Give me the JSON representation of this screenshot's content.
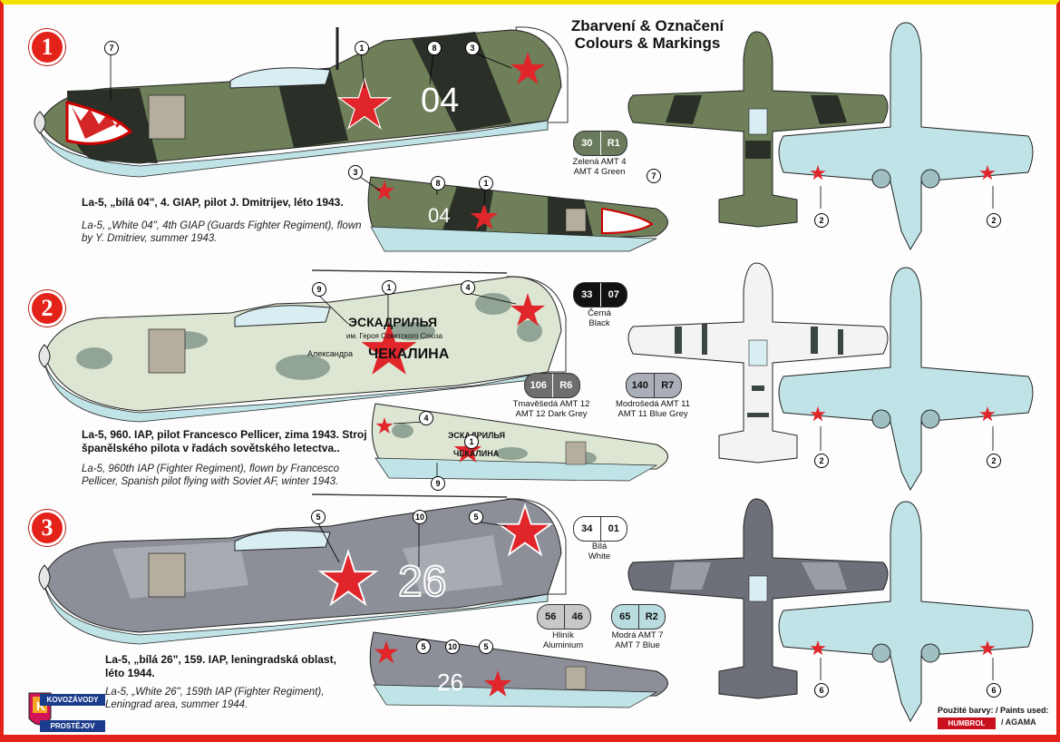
{
  "header": {
    "title_cz": "Zbarvení & Označení",
    "title_en": "Colours & Markings"
  },
  "schemes": [
    {
      "badge": "1",
      "caption_cz": "La-5, „bílá 04\", 4. GIAP, pilot J. Dmitrijev, léto 1943.",
      "caption_en_1": "La-5, „White 04\", 4th GIAP (Guards Fighter Regiment), flown",
      "caption_en_2": "by Y. Dmitriev, summer 1943.",
      "tail_number": "04"
    },
    {
      "badge": "2",
      "caption_cz_1": "La-5, 960. IAP, pilot Francesco Pellicer, zima 1943. Stroj",
      "caption_cz_2": "španělského pilota v řadách sovětského letectva..",
      "caption_en_1": "La-5, 960th IAP (Fighter Regiment), flown by Francesco",
      "caption_en_2": "Pellicer, Spanish pilot flying with Soviet AF, winter 1943.",
      "inscription_1": "ЭСКАДРИЛЬЯ",
      "inscription_2": "им. Героя Советского Союза",
      "inscription_3": "Александра",
      "inscription_4": "ЧЕКАЛИНА"
    },
    {
      "badge": "3",
      "caption_cz_1": "La-5, „bílá 26\", 159. IAP, leningradská oblast,",
      "caption_cz_2": "léto 1944.",
      "caption_en_1": "La-5, „White 26\", 159th  IAP (Fighter Regiment),",
      "caption_en_2": "Leningrad area, summer 1944.",
      "tail_number": "26"
    }
  ],
  "paints": [
    {
      "a": "30",
      "b": "R1",
      "bg": "#6a7a5c",
      "fg": "#fff",
      "l1": "Zelená AMT 4",
      "l2": "AMT 4 Green"
    },
    {
      "a": "33",
      "b": "07",
      "bg": "#111111",
      "fg": "#fff",
      "l1": "Černá",
      "l2": "Black"
    },
    {
      "a": "106",
      "b": "R6",
      "bg": "#6e6e6e",
      "fg": "#fff",
      "l1": "Tmavěšedá AMT 12",
      "l2": "AMT 12 Dark Grey"
    },
    {
      "a": "140",
      "b": "R7",
      "bg": "#a9aeb8",
      "fg": "#111",
      "l1": "Modrošedá AMT 11",
      "l2": "AMT 11 Blue Grey"
    },
    {
      "a": "34",
      "b": "01",
      "bg": "#ffffff",
      "fg": "#111",
      "l1": "Bílá",
      "l2": "White"
    },
    {
      "a": "56",
      "b": "46",
      "bg": "#c8c8c8",
      "fg": "#111",
      "l1": "Hliník",
      "l2": "Aluminium"
    },
    {
      "a": "65",
      "b": "R2",
      "bg": "#b8dce0",
      "fg": "#111",
      "l1": "Modrá AMT 7",
      "l2": "AMT 7 Blue"
    }
  ],
  "callouts": [
    "1",
    "2",
    "3",
    "4",
    "5",
    "6",
    "7",
    "8",
    "9",
    "10"
  ],
  "logo": {
    "line1": "KOVOZÁVODY",
    "line2": "PROSTĚJOV"
  },
  "footer": {
    "paints_used": "Použité barvy: / Paints used:",
    "brand1": "HUMBROL",
    "brand2": "/ AGAMA"
  },
  "colors": {
    "accent_red": "#e32219",
    "top_yellow": "#f2e200",
    "star_red": "#e0262a",
    "green": "#6e7f5a",
    "dark_green": "#2a2f27",
    "light_blue": "#bfe3e6",
    "grey": "#8c8f97"
  }
}
